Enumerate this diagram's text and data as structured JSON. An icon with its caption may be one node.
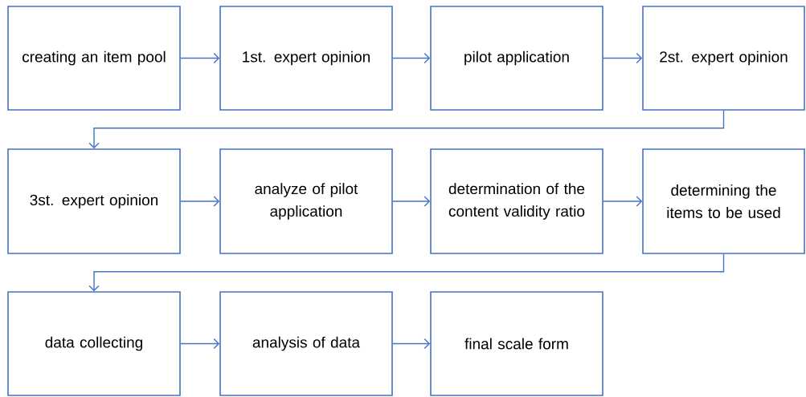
{
  "diagram": {
    "nodes": [
      {
        "text": [
          "creating an item pool"
        ]
      },
      {
        "text": [
          "1st. expert opinion"
        ]
      },
      {
        "text": [
          "pilot application"
        ]
      },
      {
        "text": [
          "2st. expert opinion"
        ]
      },
      {
        "text": [
          "3st. expert opinion"
        ]
      },
      {
        "text": [
          "analyze of pilot application"
        ]
      },
      {
        "text": [
          "determination of the content validity ratio"
        ]
      },
      {
        "text": [
          "determining the items to be used"
        ]
      },
      {
        "text": [
          "data collecting"
        ]
      },
      {
        "text": [
          "analysis of data"
        ]
      },
      {
        "text": [
          "final scale form"
        ]
      }
    ],
    "edges": [
      {
        "from": 0,
        "to": 1,
        "arrow": "to"
      },
      {
        "from": 1,
        "to": 2,
        "arrow": "to"
      },
      {
        "from": 2,
        "to": 3,
        "arrow": "to"
      },
      {
        "from": 3,
        "to": 4,
        "arrow": "to"
      },
      {
        "from": 4,
        "to": 5,
        "arrow": "to"
      },
      {
        "from": 5,
        "to": 6,
        "arrow": "to"
      },
      {
        "from": 6,
        "to": 7,
        "arrow": "to"
      },
      {
        "from": 7,
        "to": 8,
        "arrow": "to"
      },
      {
        "from": 8,
        "to": 9,
        "arrow": "to"
      },
      {
        "from": 9,
        "to": 10,
        "arrow": "to"
      }
    ]
  }
}
